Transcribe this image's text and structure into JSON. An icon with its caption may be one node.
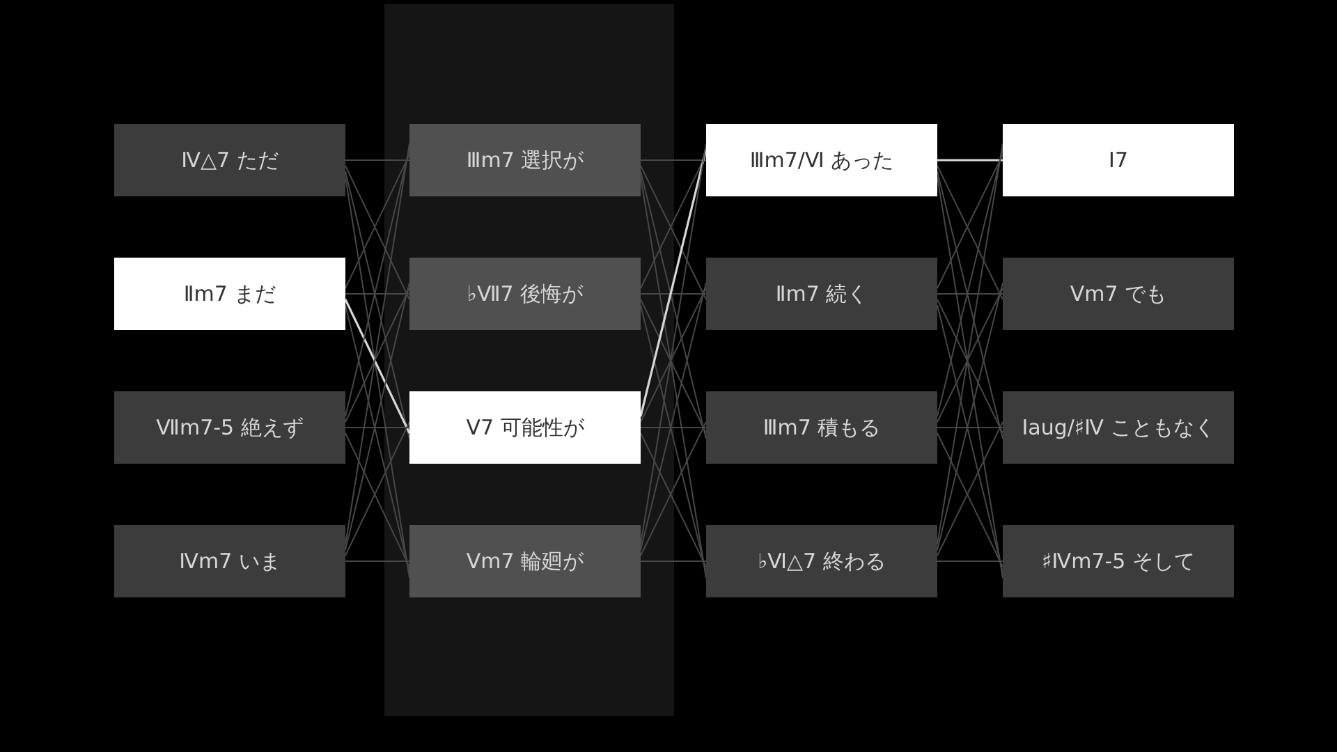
{
  "diagram": {
    "nodes": [
      {
        "text": [
          "Ⅳ△7 ただ"
        ]
      },
      {
        "text": [
          "Ⅱm7 まだ"
        ]
      },
      {
        "text": [
          "Ⅶm7-5 絶えず"
        ]
      },
      {
        "text": [
          "Ⅳm7 いま"
        ]
      },
      {
        "text": [
          "Ⅲm7 選択が"
        ]
      },
      {
        "text": [
          "♭Ⅶ7 後悔が"
        ]
      },
      {
        "text": [
          "Ⅴ7 可能性が"
        ]
      },
      {
        "text": [
          "Ⅴm7 輪廻が"
        ]
      },
      {
        "text": [
          "Ⅲm7/Ⅵ あった"
        ]
      },
      {
        "text": [
          "Ⅱm7 続く"
        ]
      },
      {
        "text": [
          "Ⅲm7 積もる"
        ]
      },
      {
        "text": [
          "♭Ⅵ△7 終わる"
        ]
      },
      {
        "text": [
          "Ⅰ7"
        ]
      },
      {
        "text": [
          "Ⅴm7 でも"
        ]
      },
      {
        "text": [
          "Ⅰaug/♯Ⅳ こともなく"
        ]
      },
      {
        "text": [
          "♯Ⅳm7-5 そして"
        ]
      }
    ],
    "edges": [
      {
        "from": 0,
        "to": 4,
        "arrow": "none"
      },
      {
        "from": 0,
        "to": 5,
        "arrow": "none"
      },
      {
        "from": 0,
        "to": 6,
        "arrow": "none"
      },
      {
        "from": 0,
        "to": 7,
        "arrow": "none"
      },
      {
        "from": 1,
        "to": 4,
        "arrow": "none"
      },
      {
        "from": 1,
        "to": 5,
        "arrow": "none"
      },
      {
        "from": 1,
        "to": 6,
        "arrow": "none",
        "color": "#d6d6d6"
      },
      {
        "from": 1,
        "to": 7,
        "arrow": "none"
      },
      {
        "from": 2,
        "to": 4,
        "arrow": "none"
      },
      {
        "from": 2,
        "to": 5,
        "arrow": "none"
      },
      {
        "from": 2,
        "to": 6,
        "arrow": "none"
      },
      {
        "from": 2,
        "to": 7,
        "arrow": "none"
      },
      {
        "from": 3,
        "to": 4,
        "arrow": "none"
      },
      {
        "from": 3,
        "to": 5,
        "arrow": "none"
      },
      {
        "from": 3,
        "to": 6,
        "arrow": "none"
      },
      {
        "from": 3,
        "to": 7,
        "arrow": "none"
      },
      {
        "from": 4,
        "to": 8,
        "arrow": "none"
      },
      {
        "from": 4,
        "to": 9,
        "arrow": "none"
      },
      {
        "from": 4,
        "to": 10,
        "arrow": "none"
      },
      {
        "from": 4,
        "to": 11,
        "arrow": "none"
      },
      {
        "from": 5,
        "to": 8,
        "arrow": "none"
      },
      {
        "from": 5,
        "to": 9,
        "arrow": "none"
      },
      {
        "from": 5,
        "to": 10,
        "arrow": "none"
      },
      {
        "from": 5,
        "to": 11,
        "arrow": "none"
      },
      {
        "from": 6,
        "to": 8,
        "arrow": "none",
        "color": "#d6d6d6"
      },
      {
        "from": 6,
        "to": 9,
        "arrow": "none"
      },
      {
        "from": 6,
        "to": 10,
        "arrow": "none"
      },
      {
        "from": 6,
        "to": 11,
        "arrow": "none"
      },
      {
        "from": 7,
        "to": 8,
        "arrow": "none"
      },
      {
        "from": 7,
        "to": 9,
        "arrow": "none"
      },
      {
        "from": 7,
        "to": 10,
        "arrow": "none"
      },
      {
        "from": 7,
        "to": 11,
        "arrow": "none"
      },
      {
        "from": 8,
        "to": 12,
        "arrow": "none",
        "color": "#d6d6d6"
      },
      {
        "from": 8,
        "to": 13,
        "arrow": "none"
      },
      {
        "from": 8,
        "to": 14,
        "arrow": "none"
      },
      {
        "from": 8,
        "to": 15,
        "arrow": "none"
      },
      {
        "from": 9,
        "to": 12,
        "arrow": "none"
      },
      {
        "from": 9,
        "to": 13,
        "arrow": "none"
      },
      {
        "from": 9,
        "to": 14,
        "arrow": "none"
      },
      {
        "from": 9,
        "to": 15,
        "arrow": "none"
      },
      {
        "from": 10,
        "to": 12,
        "arrow": "none"
      },
      {
        "from": 10,
        "to": 13,
        "arrow": "none"
      },
      {
        "from": 10,
        "to": 14,
        "arrow": "none"
      },
      {
        "from": 10,
        "to": 15,
        "arrow": "none"
      },
      {
        "from": 11,
        "to": 12,
        "arrow": "none"
      },
      {
        "from": 11,
        "to": 13,
        "arrow": "none"
      },
      {
        "from": 11,
        "to": 14,
        "arrow": "none"
      },
      {
        "from": 11,
        "to": 15,
        "arrow": "none"
      }
    ]
  }
}
